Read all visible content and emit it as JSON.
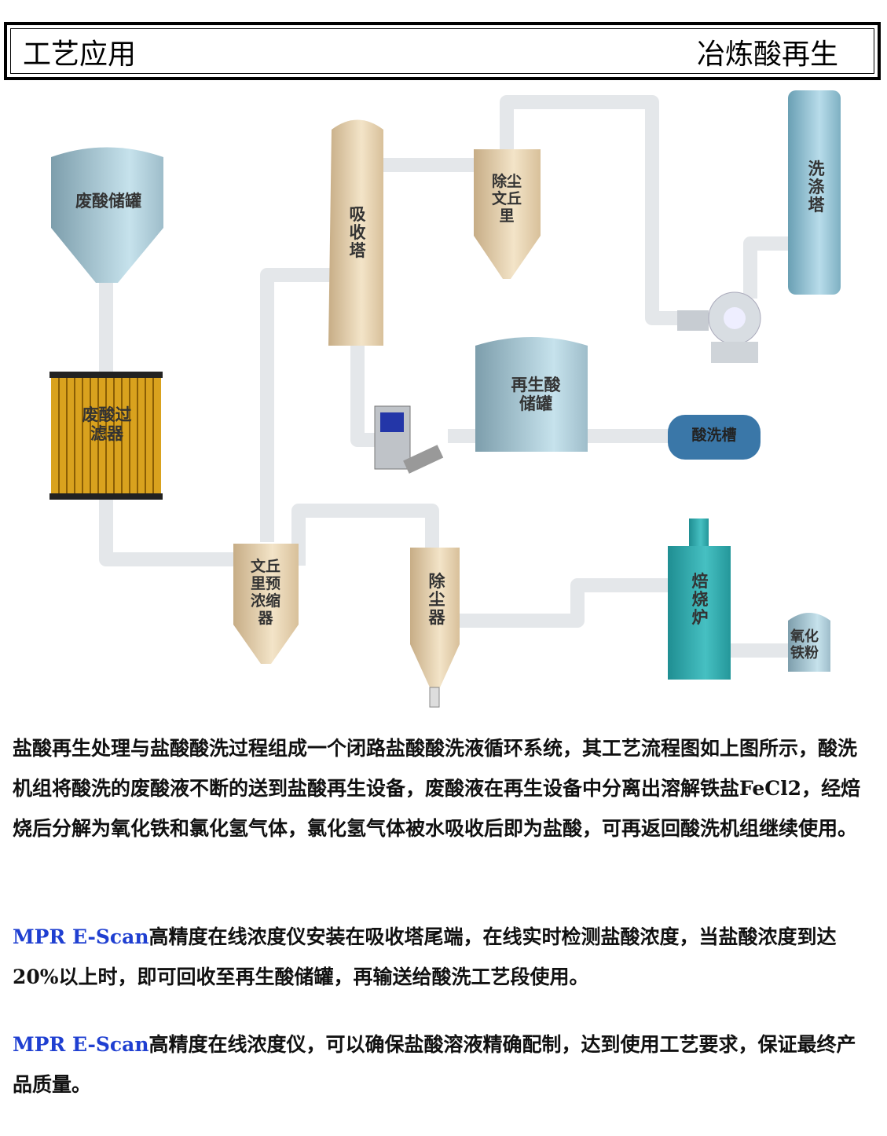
{
  "header": {
    "left_title": "工艺应用",
    "right_title": "冶炼酸再生"
  },
  "diagram": {
    "waste_tank": "废酸储罐",
    "filter": "废酸过滤器",
    "venturi_pre": "文丘里预浓缩器",
    "absorber": "吸收塔",
    "dust_venturi": "除尘文丘里",
    "scrubber": "洗涤塔",
    "regen_tank": "再生酸储罐",
    "pickling_tank": "酸洗槽",
    "dust_collector": "除尘器",
    "roaster": "焙烧炉",
    "iron_oxide": "氧化铁粉"
  },
  "paragraphs": {
    "p1": "盐酸再生处理与盐酸酸洗过程组成一个闭路盐酸酸洗液循环系统，其工艺流程图如上图所示，酸洗机组将酸洗的废酸液不断的送到盐酸再生设备，废酸液在再生设备中分离出溶解铁盐FeCl2，经焙烧后分解为氧化铁和氯化氢气体，氯化氢气体被水吸收后即为盐酸，可再返回酸洗机组继续使用。",
    "p2_brand": "MPR E-Scan",
    "p2": "高精度在线浓度仪安装在吸收塔尾端，在线实时检测盐酸浓度，当盐酸浓度到达20%以上时，即可回收至再生酸储罐，再输送给酸洗工艺段使用。",
    "p3_brand": "MPR E-Scan",
    "p3": "高精度在线浓度仪，可以确保盐酸溶液精确配制，达到使用工艺要求，保证最终产品质量。"
  },
  "colors": {
    "brand": "#1f3fd1",
    "pipe": "#e6e8ea",
    "tank": "#9fbfcc",
    "tower": "#e2cba5",
    "roaster": "#2fa6a8",
    "filter": "#d9a21e"
  }
}
